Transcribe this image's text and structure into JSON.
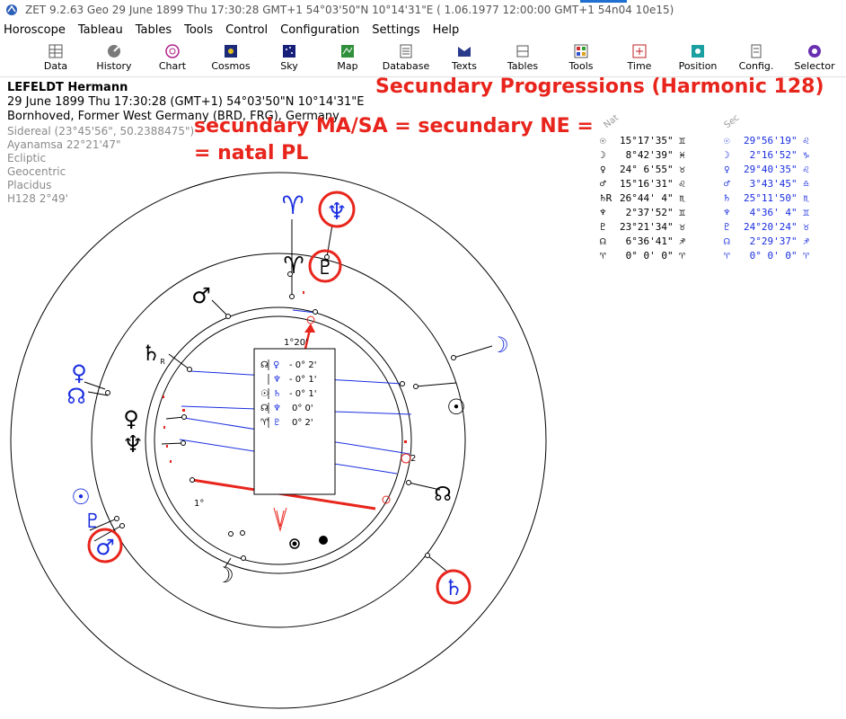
{
  "titlebar": {
    "text": "ZET 9.2.63 Geo   29 June 1899  Thu  17:30:28 GMT+1 54°03'50\"N  10°14'31\"E  ( 1.06.1977  12:00:00 GMT+1 54n04 10e15)"
  },
  "menu": [
    "Horoscope",
    "Tableau",
    "Tables",
    "Tools",
    "Control",
    "Configuration",
    "Settings",
    "Help"
  ],
  "toolbar": [
    "Data",
    "History",
    "Chart",
    "Cosmos",
    "Sky",
    "Map",
    "Database",
    "Texts",
    "Tables",
    "Tools",
    "Time",
    "Position",
    "Config.",
    "Selector"
  ],
  "chart_info": {
    "name": "LEFELDT Hermann",
    "line2": "29 June 1899  Thu  17:30:28 (GMT+1) 54°03'50\"N  10°14'31\"E",
    "line3": "Bornhoved, Former West Germany (BRD, FRG), Germany"
  },
  "settings": [
    "Sidereal (23°45'56\", 50.2388475\")",
    "Ayanamsa 22°21'47\"",
    "Ecliptic",
    "Geocentric",
    "Placidus",
    "H128   2°49'"
  ],
  "annotations": {
    "title": "Secundary Progressions (Harmonic 128)",
    "line1": "secundary MA/SA = secundary NE =",
    "line2": "= natal PL"
  },
  "table_headers": {
    "natal": "Nat",
    "secondary": "Sec"
  },
  "table": [
    {
      "nsym": "☉",
      "npos": "15°17'35\" ♊",
      "ssym": "☉",
      "spos": "29°56'19\" ♌"
    },
    {
      "nsym": "☽",
      "npos": " 8°42'39\" ♓",
      "ssym": "☽",
      "spos": " 2°16'52\" ♑"
    },
    {
      "nsym": "♀",
      "npos": "24° 6'55\" ♉",
      "ssym": "♀",
      "spos": "29°40'35\" ♌"
    },
    {
      "nsym": "♂",
      "npos": "15°16'31\" ♌",
      "ssym": "♂",
      "spos": " 3°43'45\" ♎"
    },
    {
      "nsym": "♄R",
      "npos": "26°44' 4\" ♏",
      "ssym": "♄",
      "spos": "25°11'50\" ♏"
    },
    {
      "nsym": "♆",
      "npos": " 2°37'52\" ♊",
      "ssym": "♆",
      "spos": " 4°36' 4\" ♊"
    },
    {
      "nsym": "♇",
      "npos": "23°21'34\" ♉",
      "ssym": "♇",
      "spos": "24°20'24\" ♉"
    },
    {
      "nsym": "☊",
      "npos": " 6°36'41\" ♐",
      "ssym": "☊",
      "spos": " 2°29'37\" ♐"
    },
    {
      "nsym": "♈",
      "npos": " 0° 0' 0\" ♈",
      "ssym": "♈",
      "spos": " 0° 0' 0\" ♈"
    }
  ],
  "aspect_box": {
    "header": "1°20'",
    "rows": [
      {
        "a": "☊",
        "b": "♀",
        "orb": "- 0° 2'"
      },
      {
        "a": "",
        "b": "♆",
        "orb": "- 0° 1'"
      },
      {
        "a": "☉",
        "b": "♄",
        "orb": "- 0° 1'"
      },
      {
        "a": "☊",
        "b": "♆",
        "orb": "0° 0'"
      },
      {
        "a": "♈",
        "b": "♇",
        "orb": "0° 2'"
      }
    ]
  },
  "wheel": {
    "outer_glyphs": [
      {
        "id": "sec-aries",
        "g": "♈",
        "color": "#1a2ee0"
      },
      {
        "id": "sec-neptune",
        "g": "♆",
        "color": "#1a2ee0"
      },
      {
        "id": "sec-moon",
        "g": "☽",
        "color": "#1a2ee0"
      },
      {
        "id": "sec-venus",
        "g": "♀",
        "color": "#1a2ee0"
      },
      {
        "id": "sec-node",
        "g": "☊",
        "color": "#1a2ee0"
      },
      {
        "id": "sec-sun",
        "g": "☉",
        "color": "#1a2ee0"
      },
      {
        "id": "sec-pluto",
        "g": "♇",
        "color": "#1a2ee0"
      },
      {
        "id": "sec-mars",
        "g": "♂",
        "color": "#1a2ee0"
      },
      {
        "id": "sec-saturn",
        "g": "♄",
        "color": "#1a2ee0"
      }
    ],
    "inner_glyphs": [
      {
        "id": "nat-aries",
        "g": "♈",
        "color": "#000000"
      },
      {
        "id": "nat-pluto",
        "g": "♇",
        "color": "#000000"
      },
      {
        "id": "nat-mars",
        "g": "♂",
        "color": "#000000"
      },
      {
        "id": "nat-saturn",
        "g": "♄",
        "color": "#000000"
      },
      {
        "id": "nat-saturn-r",
        "g": "R",
        "color": "#000000"
      },
      {
        "id": "nat-venus",
        "g": "♀",
        "color": "#000000"
      },
      {
        "id": "nat-neptune",
        "g": "♆",
        "color": "#000000"
      },
      {
        "id": "nat-sun",
        "g": "☉",
        "color": "#000000"
      },
      {
        "id": "nat-node",
        "g": "☊",
        "color": "#000000"
      },
      {
        "id": "nat-moon",
        "g": "☽",
        "color": "#000000"
      }
    ],
    "degree_labels": [
      "1°20'",
      "2",
      "1°"
    ],
    "colors": {
      "aspect": "#1a2ee0",
      "highlight": "#e8251c",
      "natal": "#000000"
    }
  }
}
